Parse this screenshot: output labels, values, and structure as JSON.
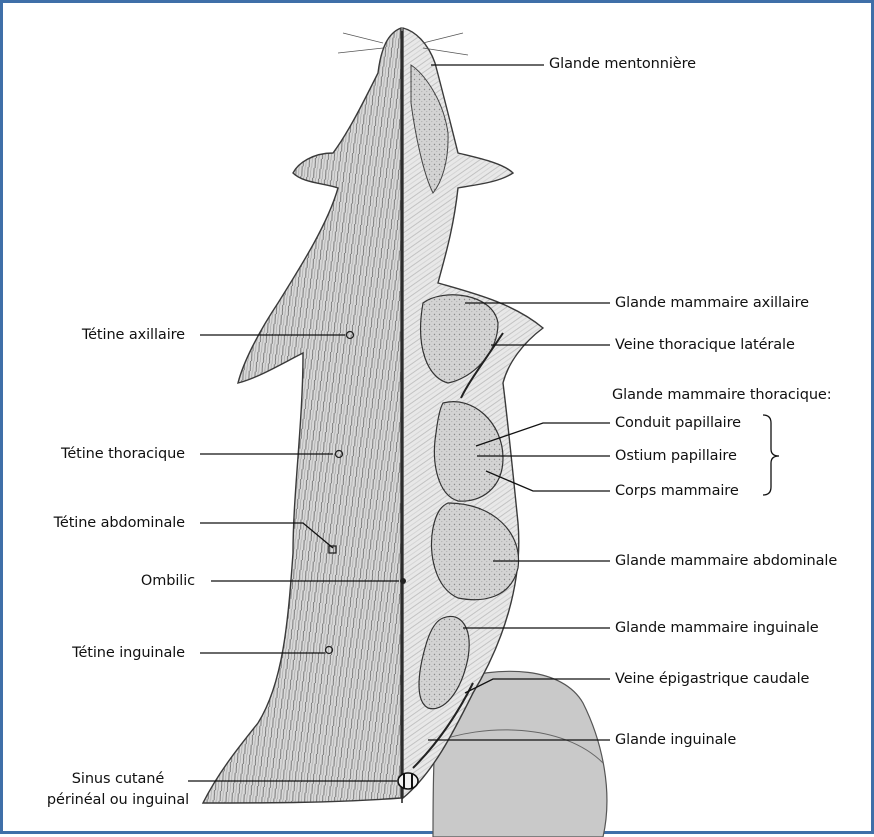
{
  "image": {
    "description_icon": "rat-ventral-anatomy-illustration",
    "border_color": "#3f6fa8"
  },
  "labels": {
    "glande_mentonniere": "Glande mentonnière",
    "glande_mammaire_axillaire": "Glande mammaire axillaire",
    "veine_thoracique_laterale": "Veine thoracique latérale",
    "glande_mammaire_thoracique": "Glande mammaire thoracique:",
    "conduit_papillaire": "Conduit papillaire",
    "ostium_papillaire": "Ostium papillaire",
    "corps_mammaire": "Corps mammaire",
    "glande_mammaire_abdominale": "Glande mammaire abdominale",
    "glande_mammaire_inguinale": "Glande mammaire inguinale",
    "veine_epigastrique_caudale": "Veine épigastrique caudale",
    "glande_inguinale": "Glande inguinale",
    "tetine_axillaire": "Tétine axillaire",
    "tetine_thoracique": "Tétine thoracique",
    "tetine_abdominale": "Tétine abdominale",
    "ombilic": "Ombilic",
    "tetine_inguinale": "Tétine inguinale",
    "sinus_cutane_line1": "Sinus cutané",
    "sinus_cutane_line2": "périnéal ou inguinal"
  }
}
